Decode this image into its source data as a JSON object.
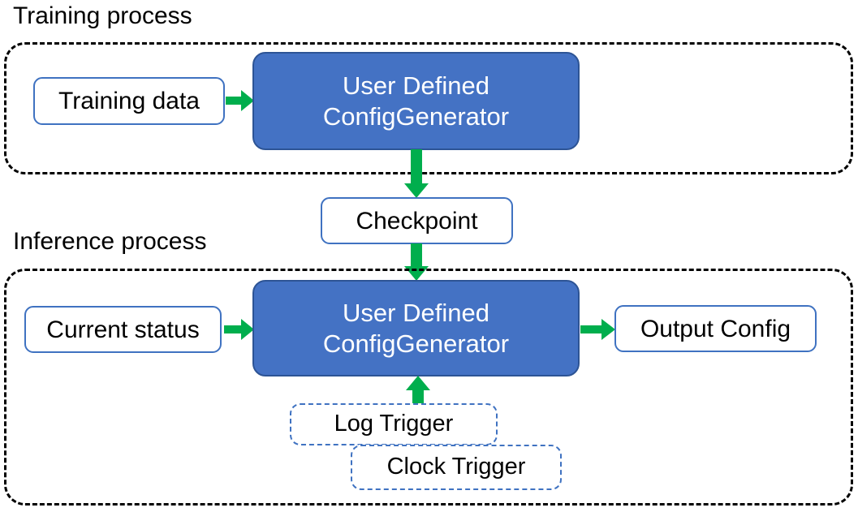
{
  "diagram": {
    "title_visible": false,
    "accent_blue": "#4472c4",
    "outline_blue": "#3f72c1",
    "arrow_green": "#00ae4d",
    "group_border": "#000000"
  },
  "groups": [
    {
      "id": "training",
      "label": "Training process"
    },
    {
      "id": "inference",
      "label": "Inference process"
    }
  ],
  "nodes": {
    "training_data": {
      "label": "Training data"
    },
    "config_generator_training": {
      "line1": "User Defined",
      "line2": "ConfigGenerator"
    },
    "checkpoint": {
      "label": "Checkpoint"
    },
    "current_status": {
      "label": "Current status"
    },
    "config_generator_inference": {
      "line1": "User Defined",
      "line2": "ConfigGenerator"
    },
    "output_config": {
      "label": "Output Config"
    },
    "log_trigger": {
      "label": "Log Trigger"
    },
    "clock_trigger": {
      "label": "Clock Trigger"
    }
  },
  "arrows": [
    {
      "id": "training-data-to-generator",
      "direction": "right"
    },
    {
      "id": "generator-to-checkpoint",
      "direction": "down"
    },
    {
      "id": "checkpoint-to-generator",
      "direction": "down"
    },
    {
      "id": "current-status-to-generator",
      "direction": "right"
    },
    {
      "id": "generator-to-output-config",
      "direction": "right"
    },
    {
      "id": "triggers-to-generator",
      "direction": "up"
    }
  ]
}
